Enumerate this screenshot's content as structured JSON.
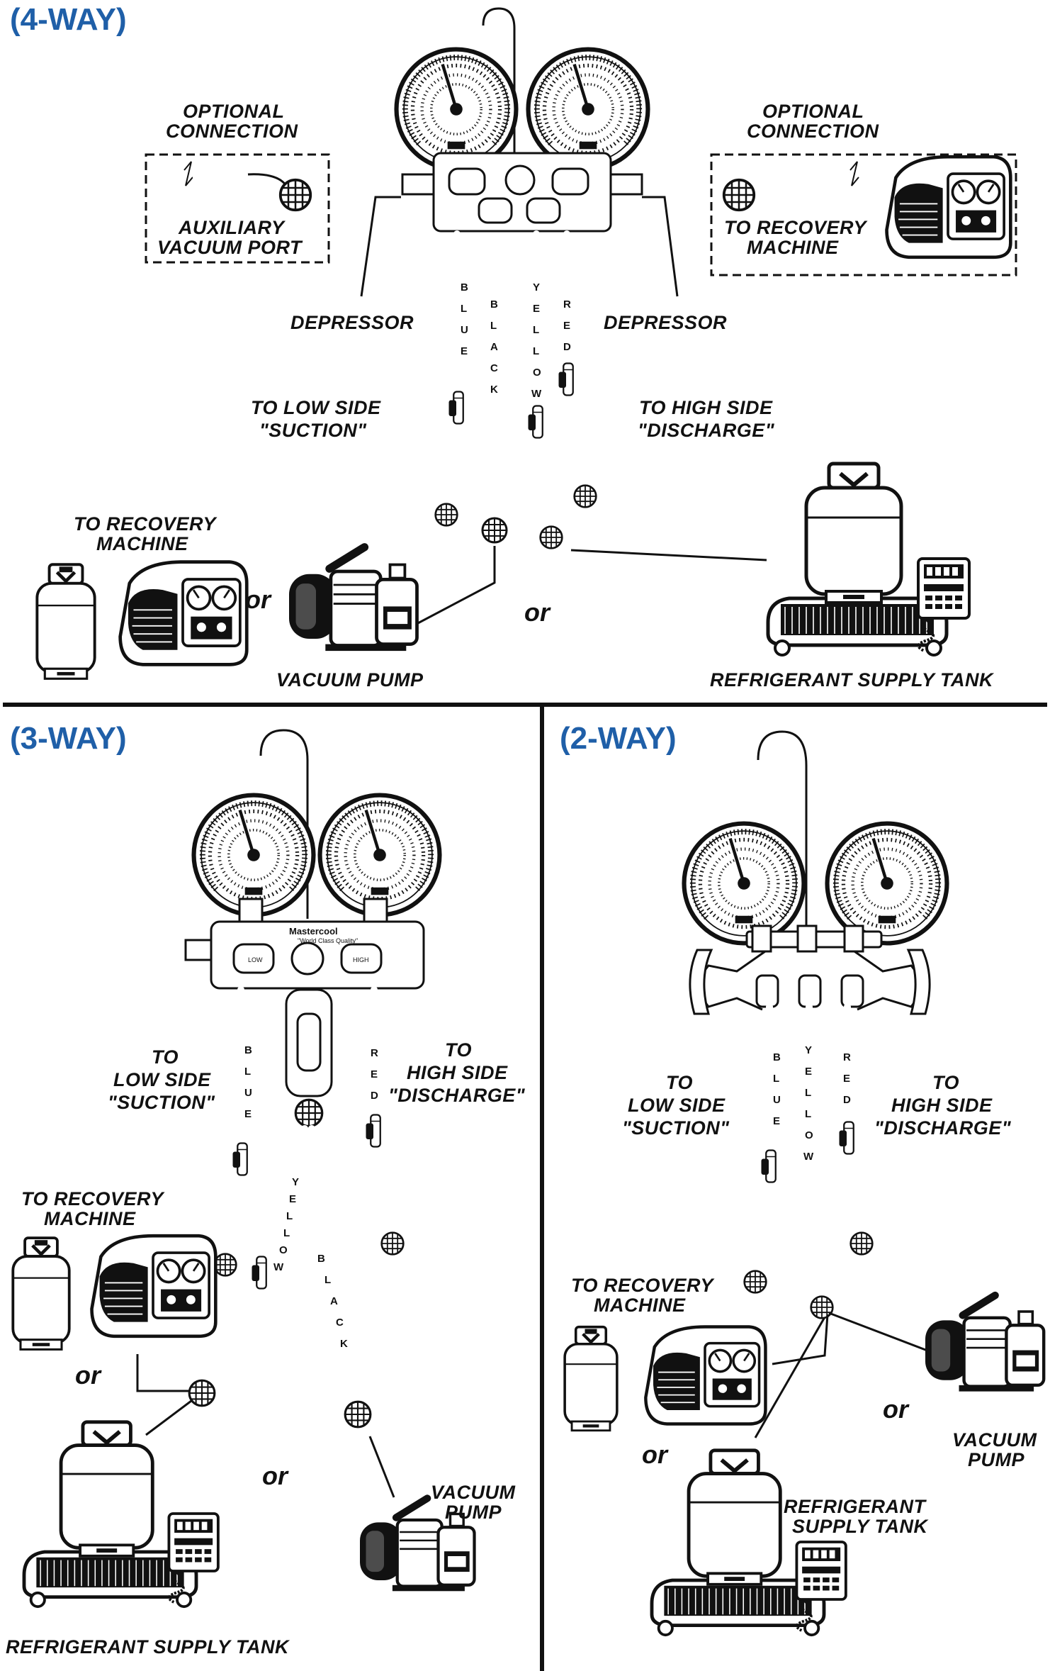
{
  "sections": {
    "four_way": {
      "title": "(4-WAY)",
      "optional_left": [
        "OPTIONAL",
        "CONNECTION"
      ],
      "aux_port": [
        "AUXILIARY",
        "VACUUM PORT"
      ],
      "optional_right": [
        "OPTIONAL",
        "CONNECTION"
      ],
      "to_recovery_right": [
        "TO RECOVERY",
        "MACHINE"
      ],
      "depressor_left": "DEPRESSOR",
      "depressor_right": "DEPRESSOR",
      "low_side": [
        "TO LOW SIDE",
        "\"SUCTION\""
      ],
      "high_side": [
        "TO HIGH SIDE",
        "\"DISCHARGE\""
      ],
      "to_recovery_left": [
        "TO RECOVERY",
        "MACHINE"
      ],
      "or_1": "or",
      "or_2": "or",
      "vacuum_pump": "VACUUM PUMP",
      "supply_tank": "REFRIGERANT SUPPLY TANK",
      "hoses": [
        "BLUE",
        "BLACK",
        "YELLOW",
        "RED"
      ]
    },
    "three_way": {
      "title": "(3-WAY)",
      "low_side": [
        "TO",
        "LOW SIDE",
        "\"SUCTION\""
      ],
      "high_side": [
        "TO",
        "HIGH SIDE",
        "\"DISCHARGE\""
      ],
      "to_recovery": [
        "TO RECOVERY",
        "MACHINE"
      ],
      "or_1": "or",
      "or_2": "or",
      "vacuum_pump": [
        "VACUUM",
        "PUMP"
      ],
      "supply_tank": "REFRIGERANT SUPPLY TANK",
      "brand": "Mastercool",
      "tagline": "\"World Class Quality\"",
      "knob_low": "LOW",
      "knob_high": "HIGH",
      "hoses": [
        "BLUE",
        "RED",
        "YELLOW",
        "BLACK"
      ]
    },
    "two_way": {
      "title": "(2-WAY)",
      "low_side": [
        "TO",
        "LOW SIDE",
        "\"SUCTION\""
      ],
      "high_side": [
        "TO",
        "HIGH SIDE",
        "\"DISCHARGE\""
      ],
      "to_recovery": [
        "TO RECOVERY",
        "MACHINE"
      ],
      "or_1": "or",
      "or_2": "or",
      "vacuum_pump": [
        "VACUUM",
        "PUMP"
      ],
      "supply_tank": [
        "REFRIGERANT",
        "SUPPLY TANK"
      ],
      "hoses": [
        "BLUE",
        "YELLOW",
        "RED"
      ]
    }
  },
  "colors": {
    "title": "#1f5fa8",
    "ink": "#111111",
    "paper": "#ffffff"
  }
}
